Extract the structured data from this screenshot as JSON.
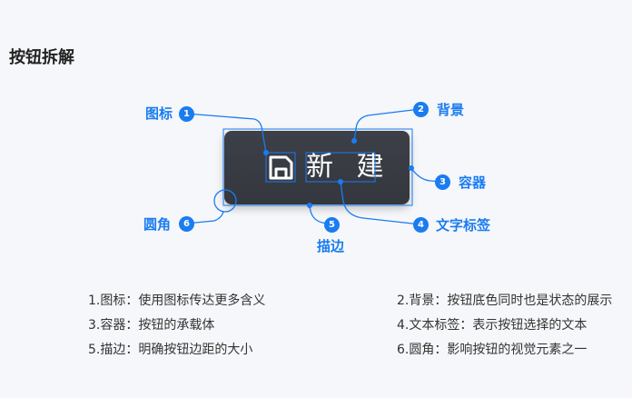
{
  "title": "按钮拆解",
  "button": {
    "label": "新 建",
    "icon": "save-icon"
  },
  "callouts": [
    {
      "num": "1",
      "label": "图标"
    },
    {
      "num": "2",
      "label": "背景"
    },
    {
      "num": "3",
      "label": "容器"
    },
    {
      "num": "4",
      "label": "文字标签"
    },
    {
      "num": "5",
      "label": "描边"
    },
    {
      "num": "6",
      "label": "圆角"
    }
  ],
  "descriptions": [
    "1.图标：使用图标传达更多含义",
    "2.背景：按钮底色同时也是状态的展示",
    "3.容器：按钮的承载体",
    "4.文本标签：表示按钮选择的文本",
    "5.描边：明确按钮边距的大小",
    "6.圆角：影响按钮的视觉元素之一"
  ],
  "colors": {
    "accent": "#1a7cf0",
    "button_bg": "#3a3d44"
  }
}
